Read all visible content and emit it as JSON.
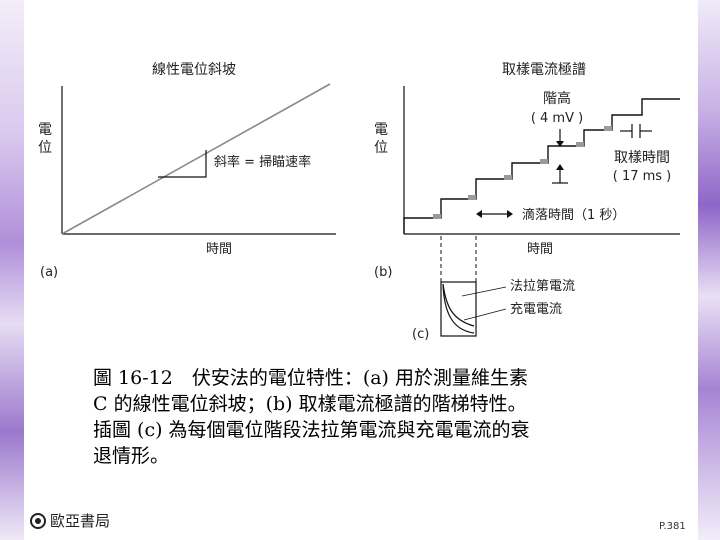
{
  "figure": {
    "panel_a": {
      "title": "線性電位斜坡",
      "ylabel_1": "電",
      "ylabel_2": "位",
      "xlabel": "時間",
      "slope_label": "斜率 = 掃瞄速率",
      "tag": "(a)"
    },
    "panel_b": {
      "title": "取樣電流極譜",
      "ylabel_1": "電",
      "ylabel_2": "位",
      "xlabel": "時間",
      "step_label": "階高",
      "step_value": "( 4 mV )",
      "sample_label": "取樣時間",
      "sample_value": "( 17 ms )",
      "drop_label": "滴落時間（1 秒）",
      "tag": "(b)"
    },
    "panel_c": {
      "faradaic_label": "法拉第電流",
      "charging_label": "充電電流",
      "tag": "(c)"
    }
  },
  "caption": {
    "line1": "圖 16-12　伏安法的電位特性：(a) 用於測量維生素",
    "line2": "C 的線性電位斜坡；(b) 取樣電流極譜的階梯特性。",
    "line3": "插圖 (c) 為每個電位階段法拉第電流與充電電流的衰",
    "line4": "退情形。"
  },
  "footer": {
    "publisher": "歐亞書局",
    "page": "P.381"
  },
  "colors": {
    "line": "#111111",
    "ramp": "#8a8a8a",
    "sample_mark": "#9a9a9a"
  }
}
